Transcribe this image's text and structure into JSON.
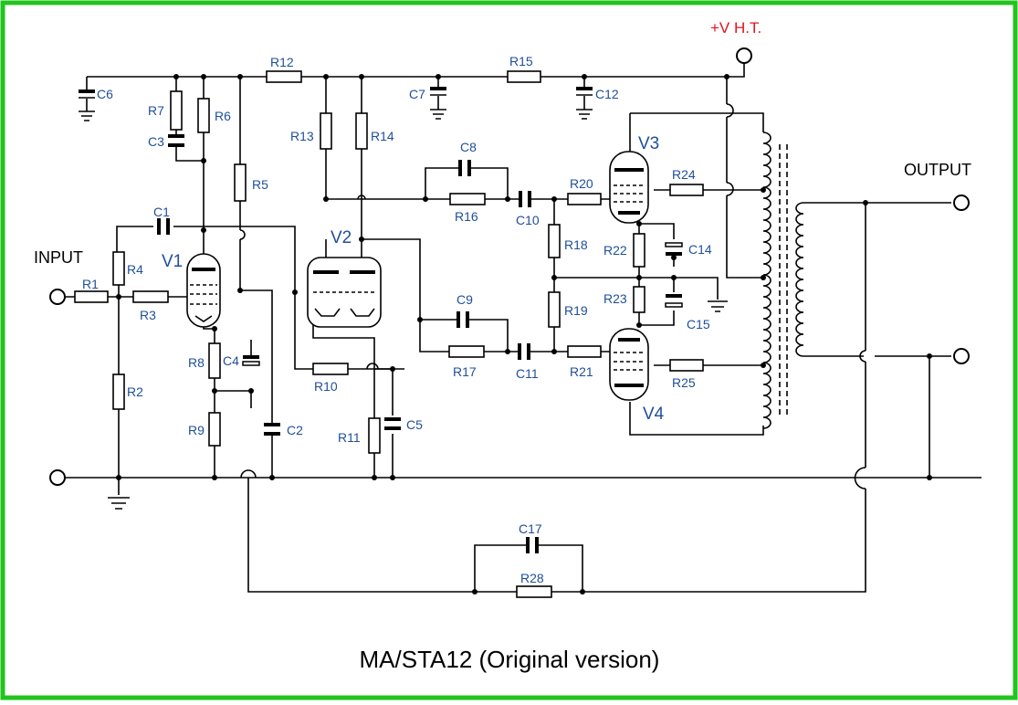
{
  "title": "MA/STA12  (Original version)",
  "labels": {
    "input": "INPUT",
    "output": "OUTPUT",
    "supply": "+V H.T."
  },
  "tubes": {
    "v1": "V1",
    "v2": "V2",
    "v3": "V3",
    "v4": "V4"
  },
  "resistors": {
    "r1": "R1",
    "r2": "R2",
    "r3": "R3",
    "r4": "R4",
    "r5": "R5",
    "r6": "R6",
    "r7": "R7",
    "r8": "R8",
    "r9": "R9",
    "r10": "R10",
    "r11": "R11",
    "r12": "R12",
    "r13": "R13",
    "r14": "R14",
    "r15": "R15",
    "r16": "R16",
    "r17": "R17",
    "r18": "R18",
    "r19": "R19",
    "r20": "R20",
    "r21": "R21",
    "r22": "R22",
    "r23": "R23",
    "r24": "R24",
    "r25": "R25",
    "r28": "R28"
  },
  "capacitors": {
    "c1": "C1",
    "c2": "C2",
    "c3": "C3",
    "c4": "C4",
    "c5": "C5",
    "c6": "C6",
    "c7": "C7",
    "c8": "C8",
    "c9": "C9",
    "c10": "C10",
    "c11": "C11",
    "c12": "C12",
    "c14": "C14",
    "c15": "C15",
    "c17": "C17"
  },
  "colors": {
    "border": "#22c41e",
    "labels": "#1f4f9a",
    "supply": "#e0141e",
    "wire": "#000000"
  }
}
